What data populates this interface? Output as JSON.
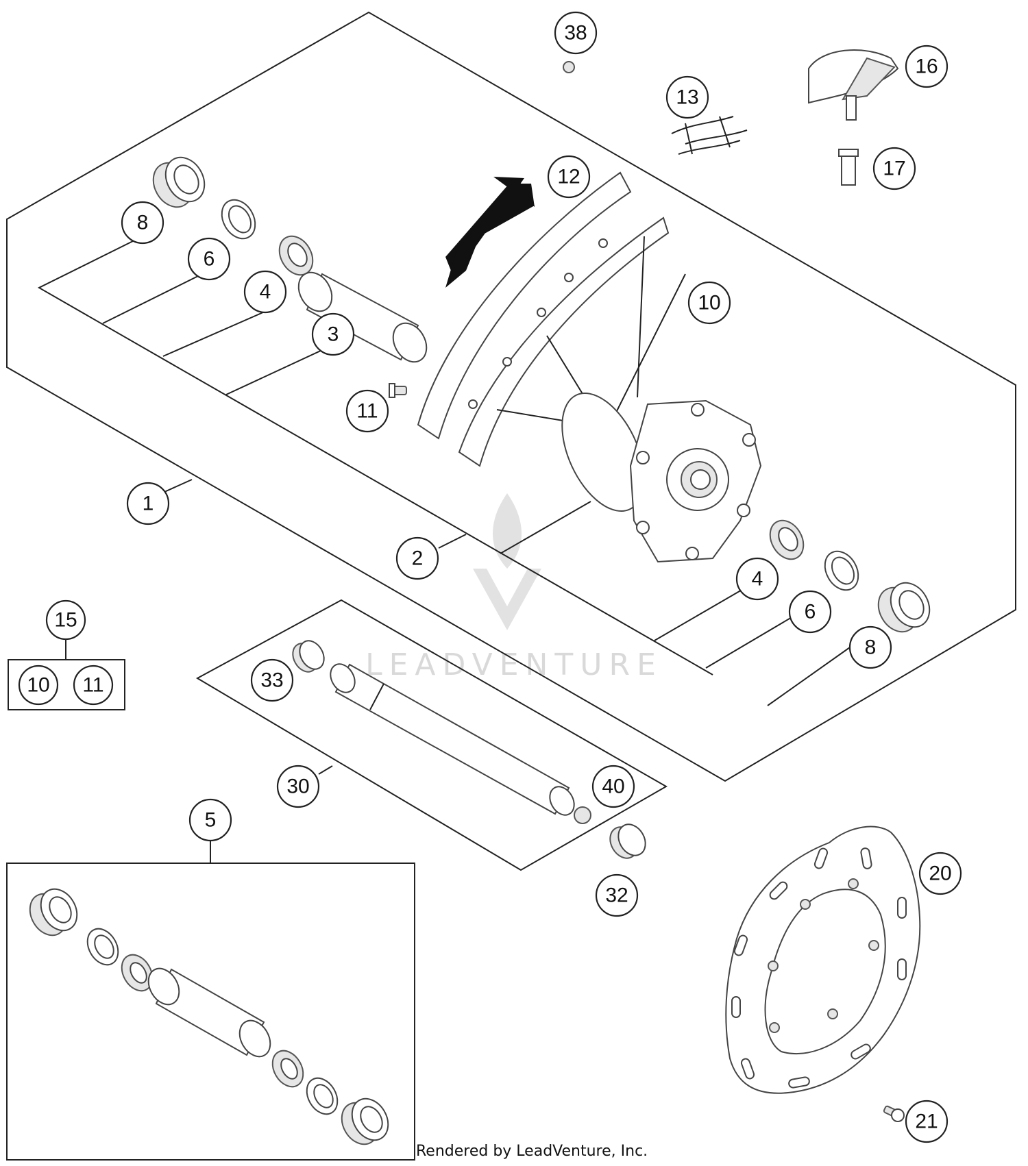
{
  "watermark": {
    "text": "LEADVENTURE"
  },
  "footer": {
    "credit": "Rendered by LeadVenture, Inc."
  },
  "callouts": {
    "c1": "1",
    "c2": "2",
    "c3": "3",
    "c4a": "4",
    "c4b": "4",
    "c5": "5",
    "c6a": "6",
    "c6b": "6",
    "c8a": "8",
    "c8b": "8",
    "c10": "10",
    "c11": "11",
    "c12": "12",
    "c13": "13",
    "c15": "15",
    "c15_10": "10",
    "c15_11": "11",
    "c16": "16",
    "c17": "17",
    "c20": "20",
    "c21": "21",
    "c30": "30",
    "c32": "32",
    "c33": "33",
    "c38": "38",
    "c40": "40"
  }
}
